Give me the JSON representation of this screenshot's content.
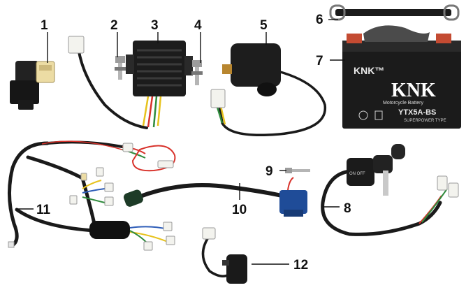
{
  "callouts": [
    {
      "id": "1",
      "label": "1"
    },
    {
      "id": "2",
      "label": "2"
    },
    {
      "id": "3",
      "label": "3"
    },
    {
      "id": "4",
      "label": "4"
    },
    {
      "id": "5",
      "label": "5"
    },
    {
      "id": "6",
      "label": "6"
    },
    {
      "id": "7",
      "label": "7"
    },
    {
      "id": "8",
      "label": "8"
    },
    {
      "id": "9",
      "label": "9"
    },
    {
      "id": "10",
      "label": "10"
    },
    {
      "id": "11",
      "label": "11"
    },
    {
      "id": "12",
      "label": "12"
    }
  ],
  "battery": {
    "brand_top": "KNK™",
    "brand_logo": "KNK",
    "subtitle": "Motorcycle Battery",
    "model": "YTX5A-BS",
    "type_line": "SUPERPOWER TYPE"
  },
  "ignition_label": "ON OFF",
  "colors": {
    "wire_red": "#d8322b",
    "wire_yellow": "#e7c21c",
    "wire_green": "#2f8b3c",
    "wire_blue": "#2e5db8",
    "coil_blue": "#1f4c98",
    "connector_white": "#f3f3ee",
    "connector_cream": "#ecdca4",
    "battery_black": "#1b1b1b"
  }
}
